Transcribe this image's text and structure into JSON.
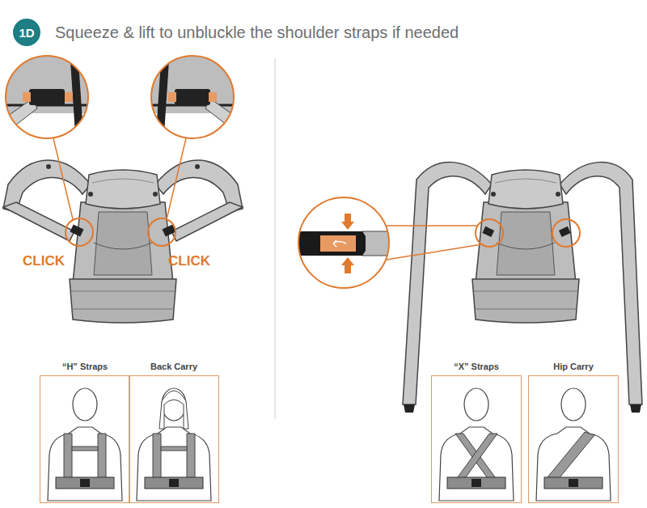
{
  "diagram": {
    "title": "Squeeze & lift to unbluckle the shoulder straps if needed",
    "nodes": [
      {
        "text": [
          "1D"
        ]
      },
      {
        "text": [
          "“H” Straps"
        ]
      },
      {
        "text": [
          "Back Carry"
        ]
      },
      {
        "text": [
          "“X” Straps"
        ]
      },
      {
        "text": [
          "Hip Carry"
        ]
      }
    ],
    "labels": [
      "CLICK",
      "CLICK"
    ]
  }
}
